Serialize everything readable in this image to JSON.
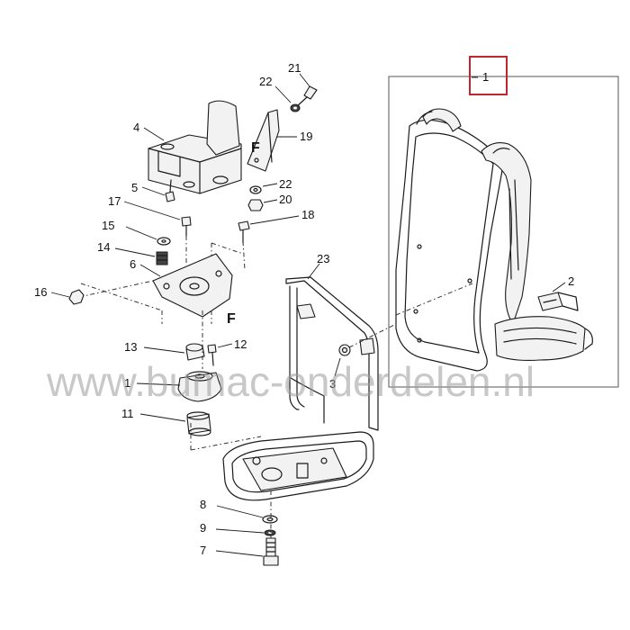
{
  "watermark": "www.bumac-onderdelen.nl",
  "frame_marker": "F",
  "colors": {
    "line": "#1a1a1a",
    "highlight": "#c0272d",
    "watermark": "#9a9a9a",
    "background": "#ffffff"
  },
  "callouts": {
    "p1": "1",
    "p2": "2",
    "p3": "3",
    "p4": "4",
    "p5": "5",
    "p6": "6",
    "p7": "7",
    "p8": "8",
    "p9": "9",
    "p11a": "1",
    "p11": "11",
    "p12": "12",
    "p13": "13",
    "p14": "14",
    "p15": "15",
    "p16": "16",
    "p17": "17",
    "p18": "18",
    "p19": "19",
    "p20": "20",
    "p21": "21",
    "p22a": "22",
    "p22b": "22",
    "p23": "23"
  }
}
